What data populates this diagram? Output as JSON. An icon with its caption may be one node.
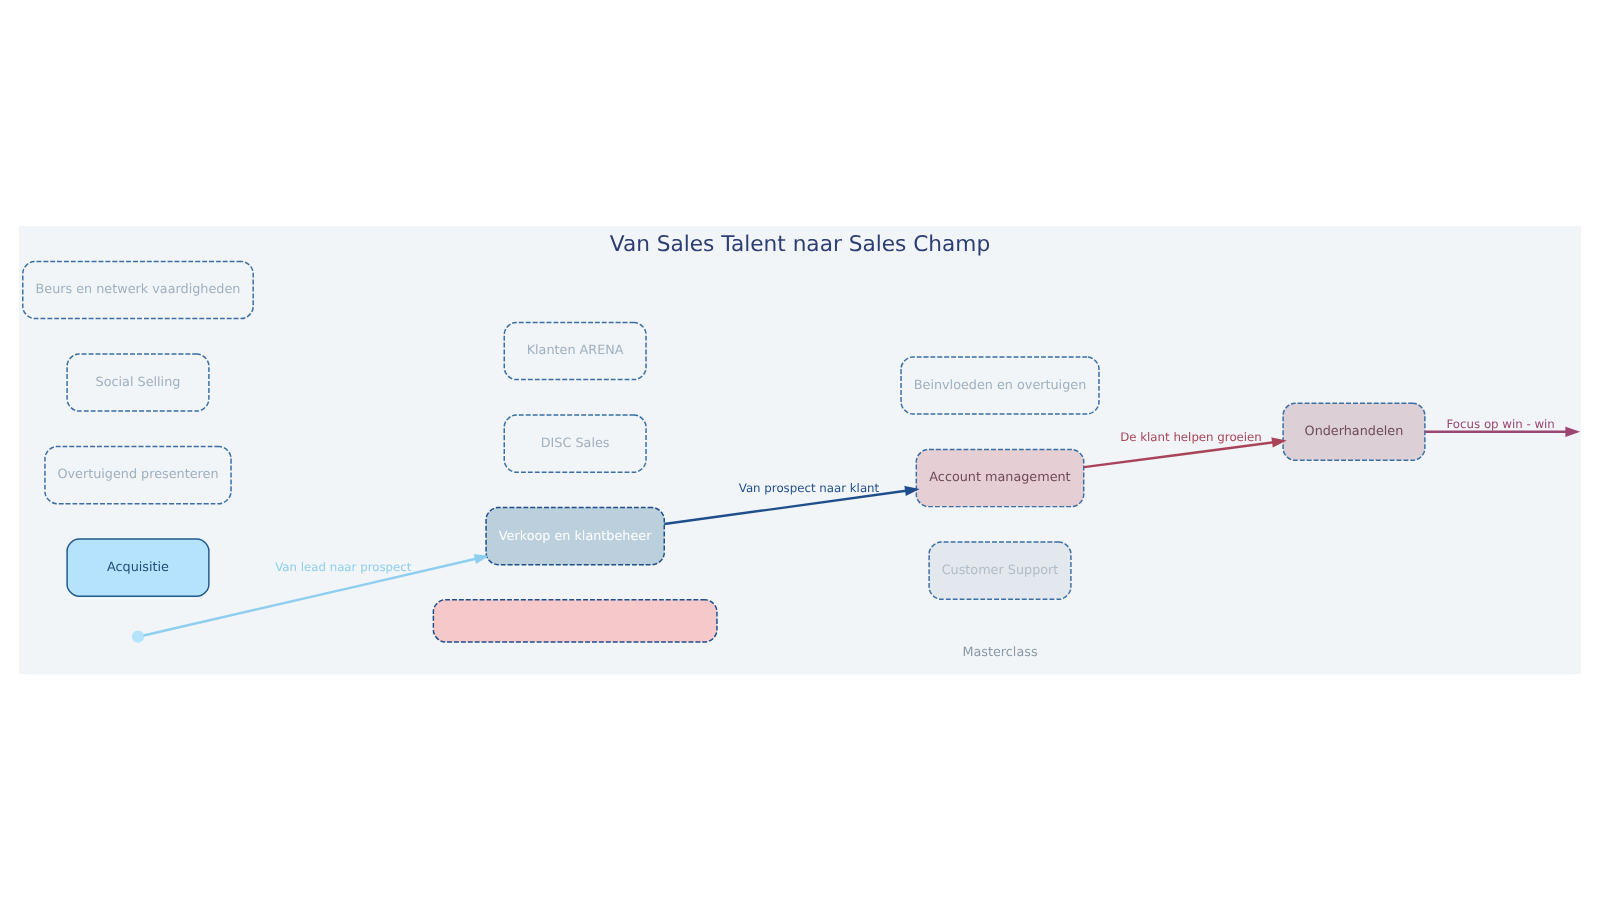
{
  "diagram": {
    "title": "Van Sales Talent naar Sales Champ",
    "nodes": [
      {
        "text": [
          "Beurs en netwerk vaardigheden"
        ]
      },
      {
        "text": [
          "Klanten ARENA"
        ]
      },
      {
        "text": [
          "Beinvloeden en overtuigen"
        ]
      },
      {
        "text": [
          "Onderhandelen"
        ]
      },
      {
        "text": [
          "Social Selling"
        ]
      },
      {
        "text": [
          "DISC Sales"
        ]
      },
      {
        "text": [
          "Account management"
        ]
      },
      {
        "text": [
          "Overtuigend presenteren"
        ]
      },
      {
        "text": [
          "Verkoop en klantbeheer"
        ]
      },
      {
        "text": [
          "Acquisitie"
        ]
      },
      {
        "text": [
          "Customer Support"
        ]
      },
      {
        "text": [],
        "shape": "box"
      },
      {
        "text": [],
        "shape": "circle"
      }
    ],
    "edges": [
      {
        "from": 12,
        "to": 8,
        "arrow": "to",
        "label": "Van lead naar prospect",
        "color": "#8ecfef"
      },
      {
        "from": 8,
        "to": 6,
        "arrow": "to",
        "label": "Van prospect naar klant",
        "color": "#1f4e8c"
      },
      {
        "from": 6,
        "to": 3,
        "arrow": "to",
        "label": "De klant helpen groeien",
        "color": "#a8435a"
      },
      {
        "from": 3,
        "to": null,
        "arrow": "to",
        "label": "Focus op win - win",
        "color": "#9b4670"
      }
    ],
    "labels": [
      "Masterclass"
    ]
  }
}
